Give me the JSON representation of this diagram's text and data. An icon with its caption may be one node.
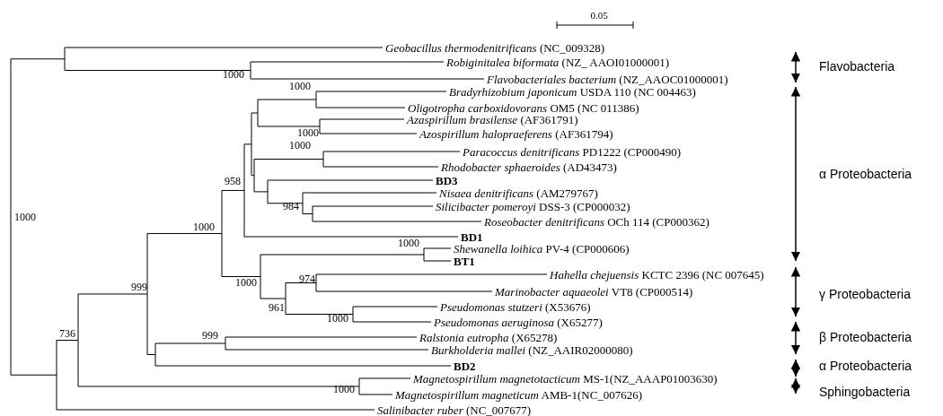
{
  "diagram": {
    "labels": [
      "0.05",
      "*Geobacillus thermodenitrificans* (NC_009328)",
      "*Robiginitalea biformata* (NZ_ AAOI01000001)",
      "Flavobacteria",
      "1000",
      "*Flavobacteriales bacterium* (NZ_AAOC01000001)",
      "1000",
      "*Bradyrhizobium japonicum* USDA 110 (NC 004463)",
      "*Oligotropha carboxidovorans* OM5 (NC 011386)",
      "*Azaspirillum brasilense* (AF361791)",
      "1000",
      "*Azospirillum halopraeferens* (AF361794)",
      "1000",
      "*Paracoccus denitrificans* PD1222 (CP000490)",
      "*Rhodobacter sphaeroides* (AD43473)",
      "α Proteobacteria",
      "958",
      "BD3",
      "*Nisaea denitrificans* (AM279767)",
      "984",
      "*Silicibacter pomeroyi* DSS-3 (CP000032)",
      "1000",
      "*Roseobacter denitrificans* OCh 114 (CP000362)",
      "1000",
      "BD1",
      "1000",
      "*Shewanella loihica* PV-4 (CP000606)",
      "BT1",
      "*Hahella chejuensis* KCTC 2396 (NC 007645)",
      "999",
      "1000",
      "974",
      "*Marinobacter aquaeolei* VT8 (CP000514)",
      "γ Proteobacteria",
      "*Pseudomonas stutzeri* (X53676)",
      "961",
      "1000",
      "*Pseudomonas aeruginosa* (X65277)",
      "736",
      "999",
      "*Ralstonia eutropha* (X65278)",
      "β Proteobacteria",
      "*Burkholderia mallei* (NZ_AAIR02000080)",
      "BD2",
      "α Proteobacteria",
      "*Magnetospirillum magnetotacticum* MS-1(NZ_AAAP01003630)",
      "1000",
      "*Magnetospirillum magneticum* AMB-1(NC_007626)",
      "Sphingobacteria",
      "*Salinibacter ruber* (NC_007677)"
    ]
  }
}
